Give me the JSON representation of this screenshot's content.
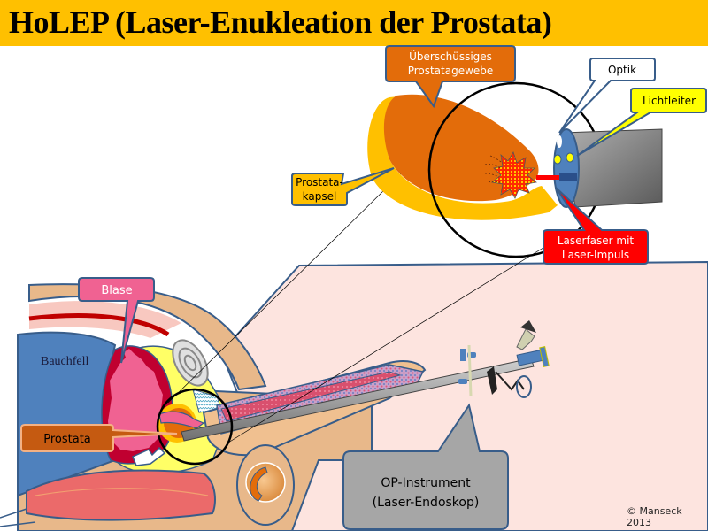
{
  "title": "HoLEP (Laser-Enukleation der Prostata)",
  "labels": {
    "ueberschuessig": [
      "Überschüssiges",
      "Prostatagewebe"
    ],
    "optik": "Optik",
    "lichtleiter": "Lichtleiter",
    "kapsel": [
      "Prostata-",
      "kapsel"
    ],
    "laserfaser": [
      "Laserfaser mit",
      "Laser-Impuls"
    ],
    "blase": "Blase",
    "bauchfell": "Bauchfell",
    "prostata": "Prostata",
    "instrument": [
      "OP-Instrument",
      "(Laser-Endoskop)"
    ]
  },
  "copyright": "© Manseck 2013",
  "colors": {
    "title_bg": "#ffc000",
    "prostate_tissue": "#e36c0a",
    "capsule": "#ffc000",
    "bladder": "#f06292",
    "laser": "#ff0000",
    "optic_blue": "#4f81bd",
    "light_guide": "#ffff00",
    "outline": "#385d8a"
  }
}
